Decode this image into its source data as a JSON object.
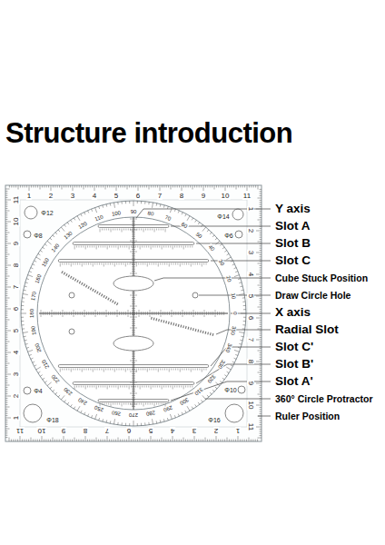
{
  "diagram": {
    "title": "Structure introduction",
    "labels": [
      "Φ12",
      "Φ8",
      "Φ14",
      "Φ6",
      "Φ4",
      "Φ18",
      "Φ10",
      "Φ16",
      "1",
      "2",
      "3",
      "4",
      "5",
      "6",
      "7",
      "8",
      "9",
      "10",
      "11",
      "1",
      "2",
      "3",
      "4",
      "5",
      "6",
      "7",
      "8",
      "9",
      "10",
      "11",
      "1",
      "2",
      "3",
      "4",
      "5",
      "6",
      "7",
      "8",
      "9",
      "10",
      "11",
      "1",
      "2",
      "3",
      "4",
      "5",
      "6",
      "7",
      "8",
      "9",
      "10",
      "11",
      "0",
      "10",
      "20",
      "30",
      "40",
      "50",
      "60",
      "70",
      "80",
      "90",
      "100",
      "110",
      "120",
      "130",
      "140",
      "150",
      "160",
      "170",
      "180",
      "190",
      "200",
      "210",
      "220",
      "230",
      "240",
      "250",
      "260",
      "270",
      "280",
      "290",
      "300",
      "310",
      "320",
      "330",
      "340",
      "350",
      "Y axis",
      "Slot A",
      "Slot B",
      "Slot C",
      "Cube Stuck Position",
      "Draw Circle Hole",
      "X axis",
      "Radial Slot",
      "Slot C'",
      "Slot B'",
      "Slot A'",
      "360° Circle Protractor",
      "Ruler Position"
    ]
  }
}
